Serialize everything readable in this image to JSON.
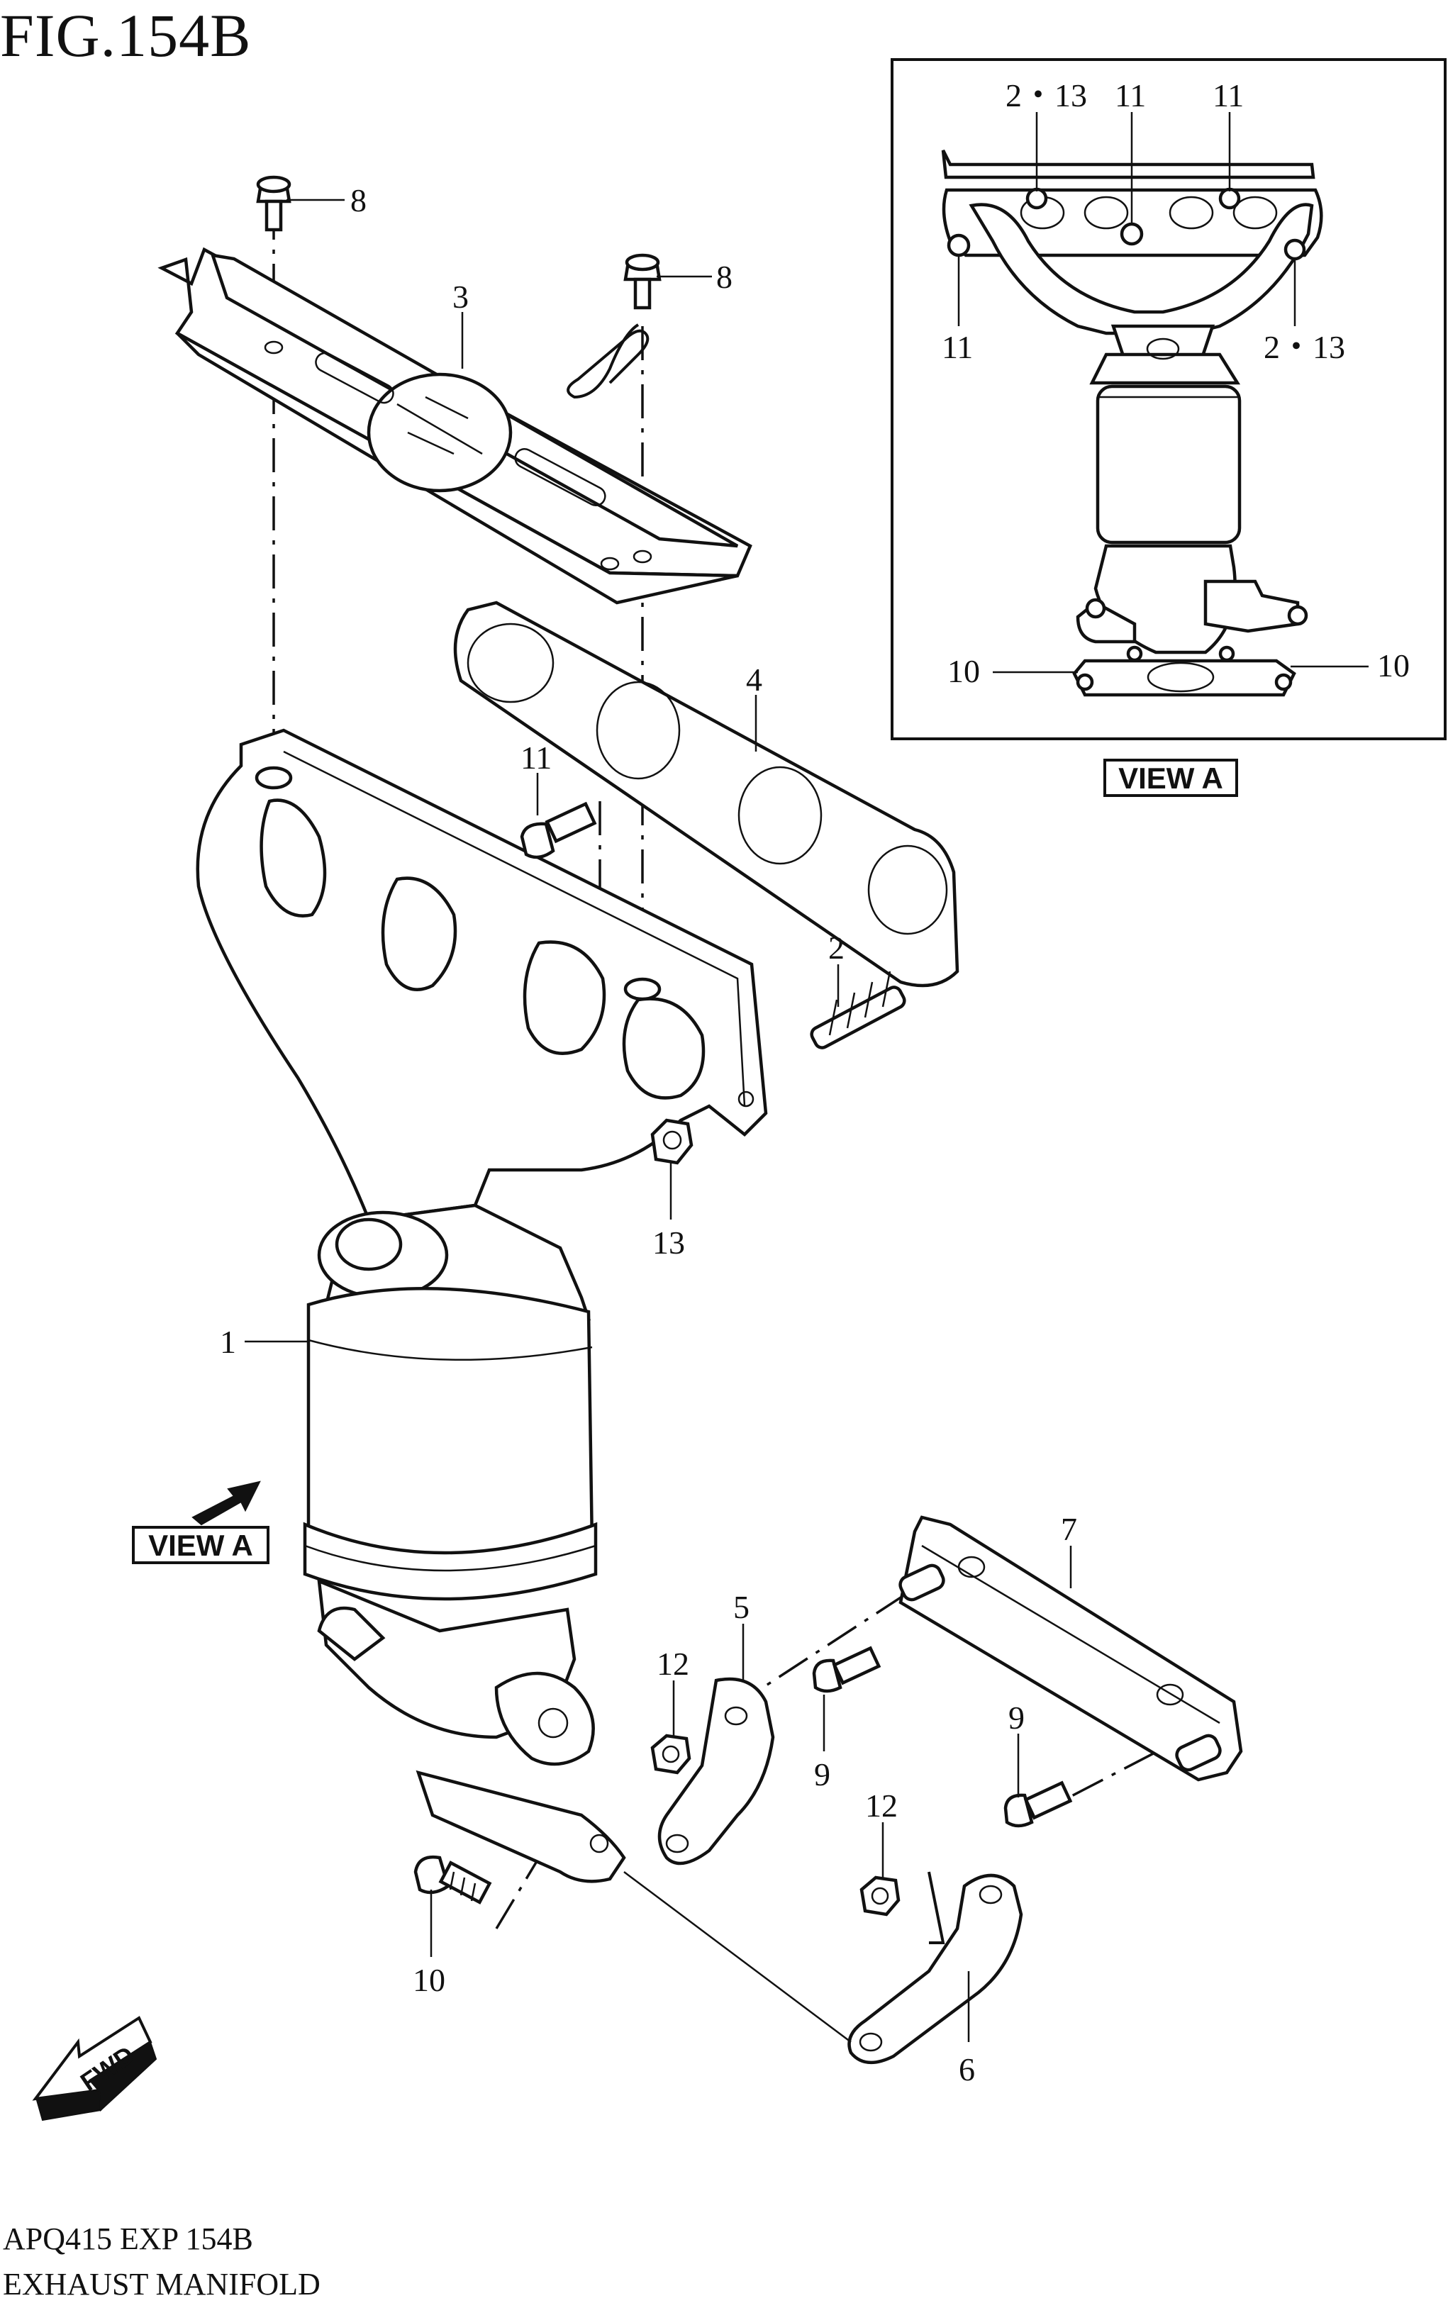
{
  "figure": {
    "title": "FIG.154B",
    "code": "APQ415 EXP 154B",
    "name": "EXHAUST MANIFOLD"
  },
  "view_a": {
    "label": "VIEW A",
    "callouts": [
      "2・13",
      "11",
      "11",
      "11",
      "2・13",
      "10",
      "10"
    ]
  },
  "main": {
    "view_a_pointer": "VIEW A",
    "fwd_label": "FWD",
    "callouts": {
      "p1": "1",
      "p2": "2",
      "p3": "3",
      "p4": "4",
      "p5": "5",
      "p6": "6",
      "p7": "7",
      "p8a": "8",
      "p8b": "8",
      "p9a": "9",
      "p9b": "9",
      "p10": "10",
      "p11": "11",
      "p12a": "12",
      "p12b": "12",
      "p13": "13"
    }
  },
  "colors": {
    "ink": "#111111",
    "paper": "#ffffff"
  }
}
